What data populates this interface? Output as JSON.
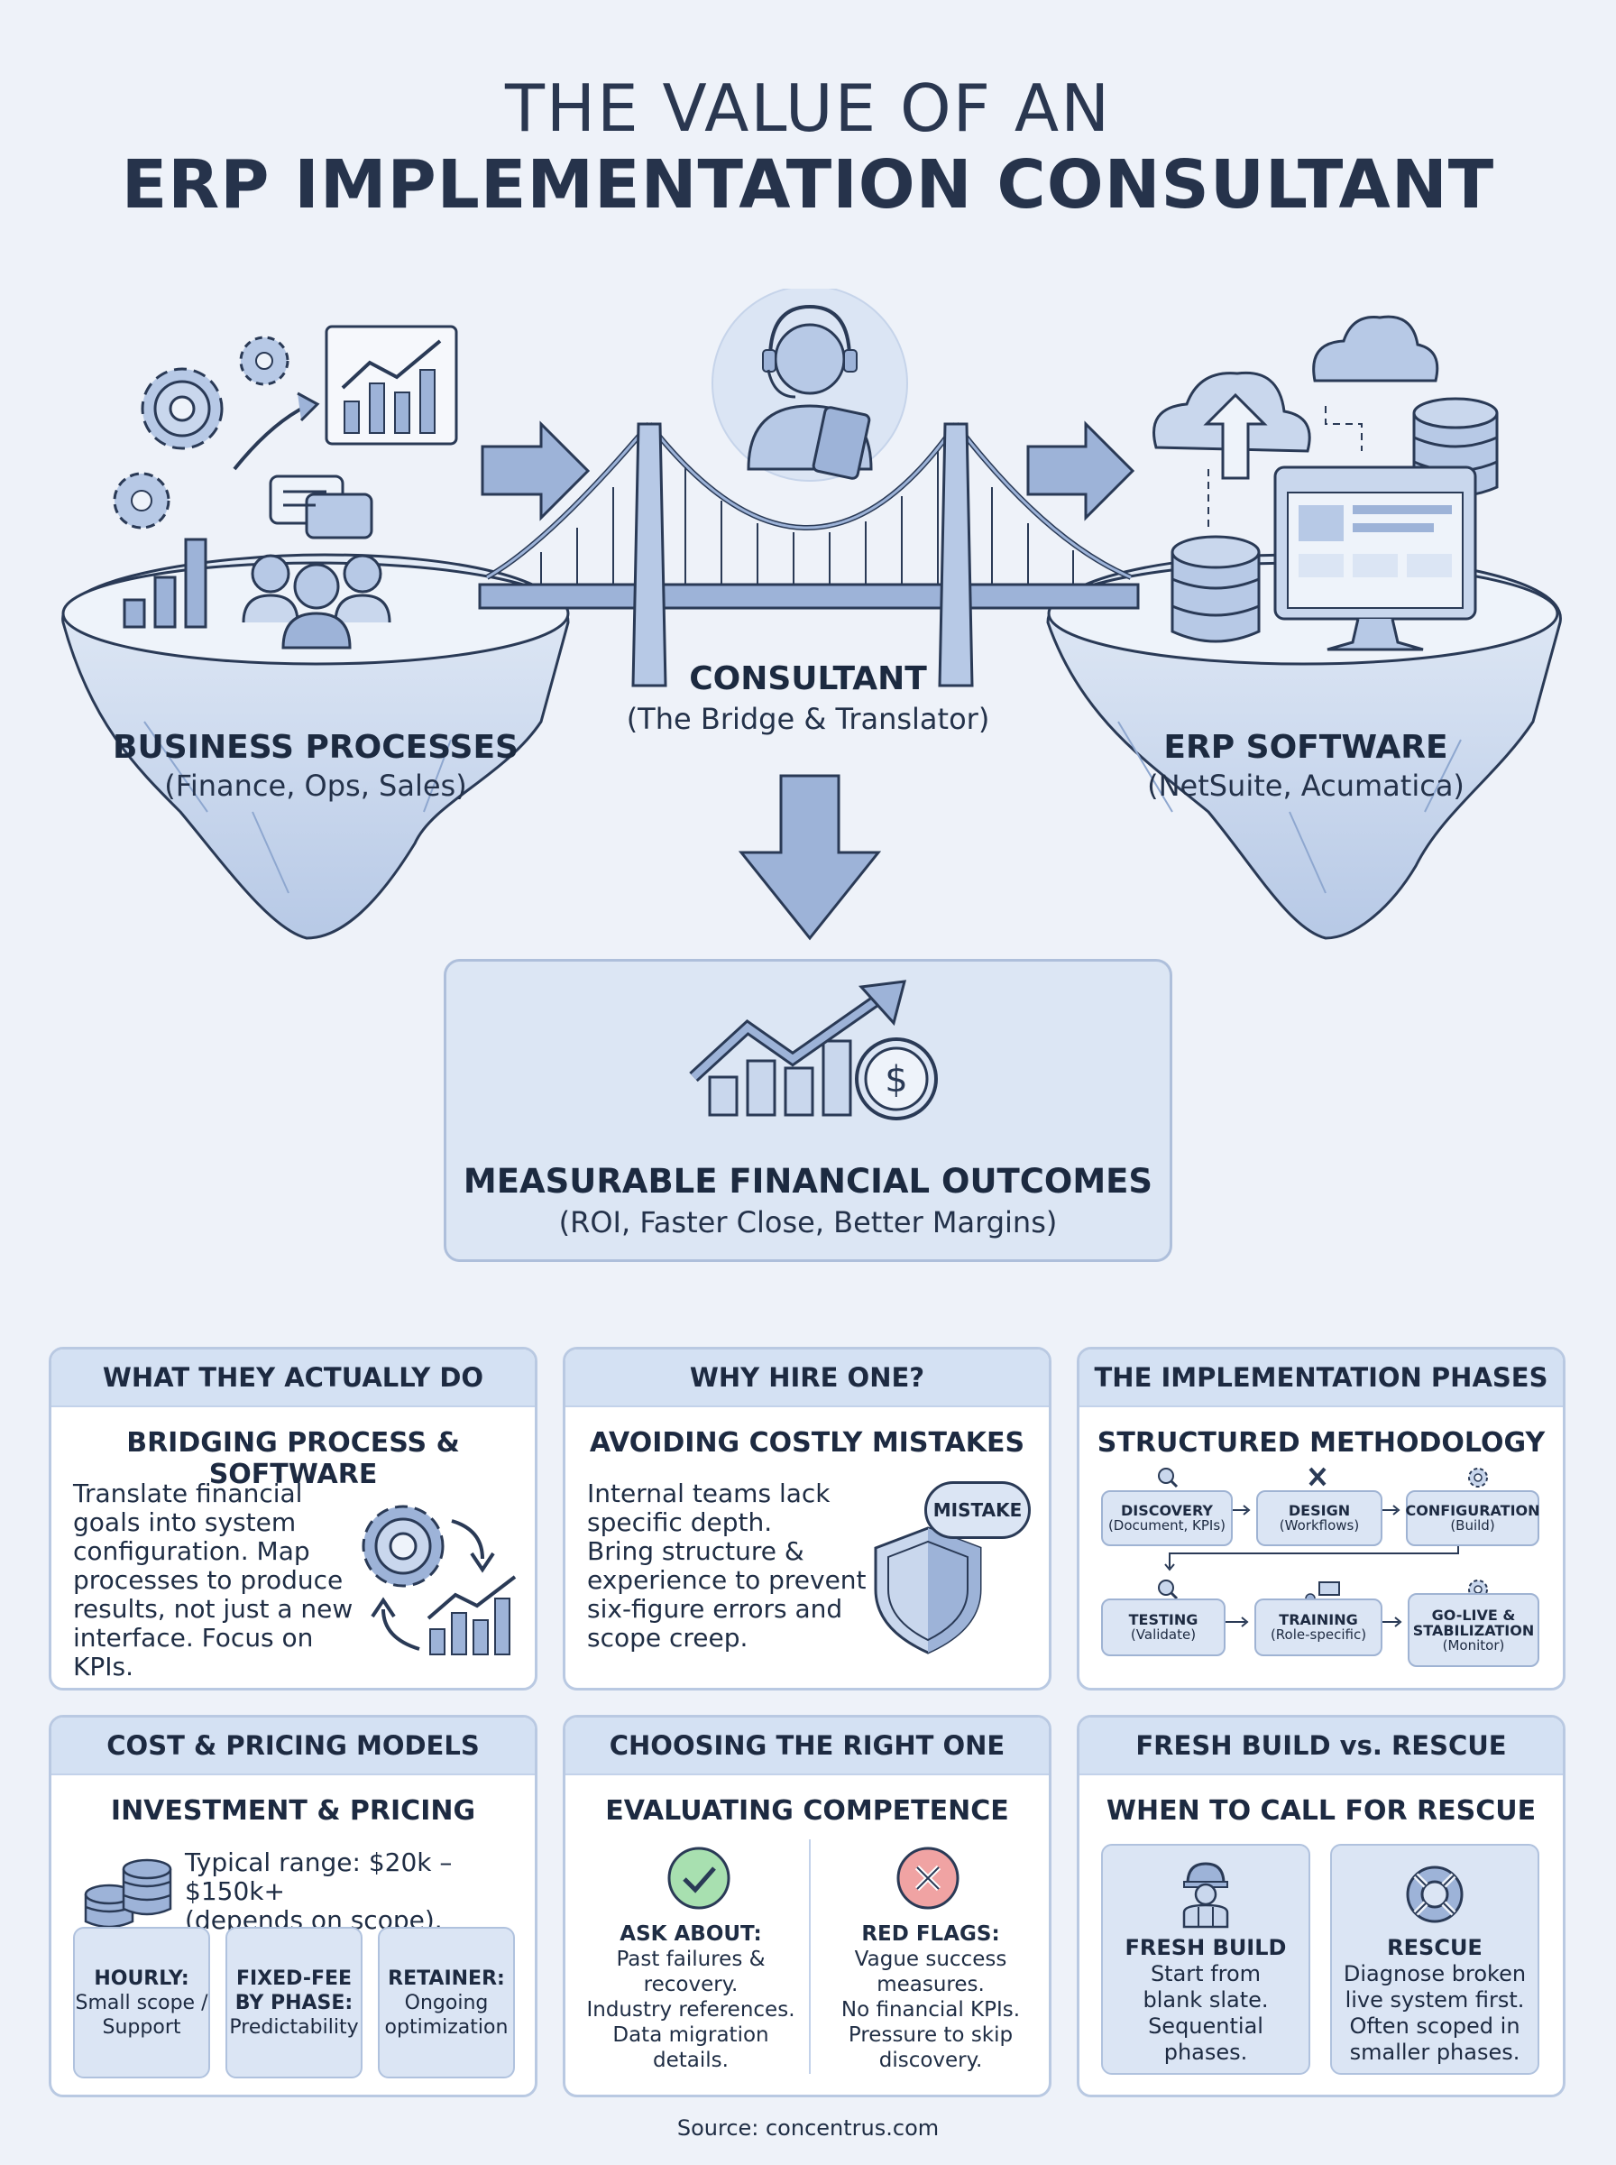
{
  "header": {
    "line1": "THE VALUE OF AN",
    "line2": "ERP IMPLEMENTATION CONSULTANT"
  },
  "diagram": {
    "left": {
      "title": "BUSINESS PROCESSES",
      "subtitle": "(Finance, Ops, Sales)"
    },
    "center": {
      "title": "CONSULTANT",
      "subtitle": "(The Bridge & Translator)"
    },
    "right": {
      "title": "ERP SOFTWARE",
      "subtitle": "(NetSuite, Acumatica)"
    },
    "outcome": {
      "title": "MEASURABLE FINANCIAL OUTCOMES",
      "subtitle": "(ROI, Faster Close, Better Margins)"
    }
  },
  "cards": {
    "do": {
      "header": "WHAT THEY ACTUALLY DO",
      "subtitle": "BRIDGING PROCESS & SOFTWARE",
      "lines": [
        "Translate financial",
        "goals into system",
        "configuration. Map",
        "processes to produce",
        "results, not just a new",
        "interface. Focus on KPIs."
      ]
    },
    "why": {
      "header": "WHY HIRE ONE?",
      "subtitle": "AVOIDING COSTLY MISTAKES",
      "lines": [
        "Internal teams lack",
        "specific depth.",
        "Bring structure &",
        "experience to prevent",
        "six-figure errors and",
        "scope creep."
      ],
      "bubble": "MISTAKE"
    },
    "phases": {
      "header": "THE IMPLEMENTATION PHASES",
      "subtitle": "STRUCTURED METHODOLOGY",
      "steps": [
        {
          "name": "DISCOVERY",
          "detail": "(Document, KPIs)",
          "icon": "magnifier-icon"
        },
        {
          "name": "DESIGN",
          "detail": "(Workflows)",
          "icon": "tools-icon"
        },
        {
          "name": "CONFIGURATION",
          "detail": "(Build)",
          "icon": "gear-icon"
        },
        {
          "name": "TESTING",
          "detail": "(Validate)",
          "icon": "bug-magnifier-icon"
        },
        {
          "name": "TRAINING",
          "detail": "(Role-specific)",
          "icon": "presentation-icon"
        },
        {
          "name": "GO-LIVE &",
          "name2": "STABILIZATION",
          "detail": "(Monitor)",
          "icon": "gear-icon"
        }
      ]
    },
    "cost": {
      "header": "COST & PRICING MODELS",
      "subtitle": "INVESTMENT & PRICING",
      "range1": "Typical range: $20k – $150k+",
      "range2": "(depends on scope).",
      "models": [
        {
          "name": "HOURLY:",
          "detail1": "Small scope /",
          "detail2": "Support"
        },
        {
          "name": "FIXED-FEE",
          "name2": "BY PHASE:",
          "detail1": "Predictability",
          "detail2": ""
        },
        {
          "name": "RETAINER:",
          "detail1": "Ongoing",
          "detail2": "optimization"
        }
      ]
    },
    "choose": {
      "header": "CHOOSING THE RIGHT ONE",
      "subtitle": "EVALUATING COMPETENCE",
      "ask_title": "ASK ABOUT:",
      "ask_lines": [
        "Past failures &",
        "recovery.",
        "Industry references.",
        "Data migration",
        "details."
      ],
      "red_title": "RED FLAGS:",
      "red_lines": [
        "Vague success",
        "measures.",
        "No financial KPIs.",
        "Pressure to skip",
        "discovery."
      ]
    },
    "rescue": {
      "header": "FRESH BUILD vs. RESCUE",
      "subtitle": "WHEN TO CALL FOR RESCUE",
      "fresh_title": "FRESH BUILD",
      "fresh_lines": [
        "Start from",
        "blank slate.",
        "Sequential phases."
      ],
      "rescue_title": "RESCUE",
      "rescue_lines": [
        "Diagnose broken",
        "live system first.",
        "Often scoped in",
        "smaller phases."
      ]
    }
  },
  "footer": {
    "source": "Source: concentrus.com"
  },
  "colors": {
    "accent": "#7f9ccc",
    "fill_light": "#dbe5f4",
    "stroke": "#2a3a56",
    "background": "#eef2f9"
  }
}
